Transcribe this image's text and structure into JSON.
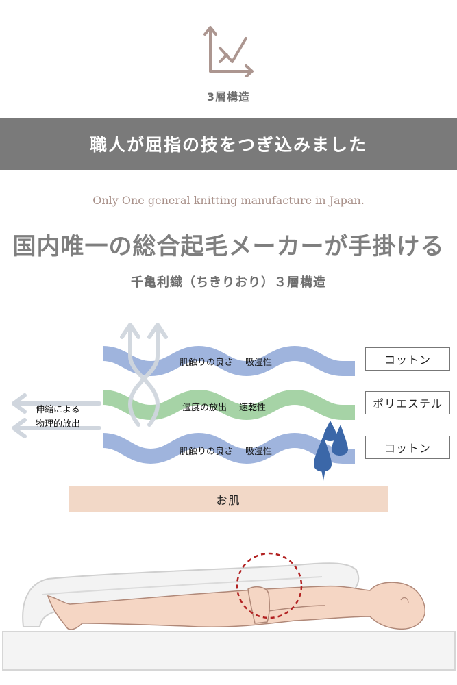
{
  "header": {
    "icon": "three-layer-arrow-icon",
    "caption": "3層構造",
    "icon_color": "#ac9690"
  },
  "banner": {
    "text": "職人が屈指の技をつぎ込みました",
    "background": "#7a7a7a"
  },
  "intro": {
    "tagline_en": "Only One general knitting manufacture in Japan.",
    "headline": "国内唯一の総合起毛メーカーが手掛ける",
    "subheadline": "千亀利織（ちきりおり）３層構造"
  },
  "diagram": {
    "layers": [
      {
        "material": "コットン",
        "feature_1": "肌触りの良さ",
        "feature_2": "吸湿性",
        "color": "#9fb4dd"
      },
      {
        "material": "ポリエステル",
        "feature_1": "湿度の放出",
        "feature_2": "速乾性",
        "color": "#a6d3a6"
      },
      {
        "material": "コットン",
        "feature_1": "肌触りの良さ",
        "feature_2": "吸湿性",
        "color": "#9fb4dd"
      }
    ],
    "stretch_label_line1": "伸縮による",
    "stretch_label_line2": "物理的放出",
    "skin_label": "お肌",
    "skin_color": "#f2d8c7",
    "droplet_color": "#3b67a8",
    "arrow_color": "#d0d6de"
  },
  "illustration": {
    "icon": "sleeping-person-under-blanket-icon",
    "skin_color": "#f5d6c4",
    "highlight_color": "#b22222"
  }
}
